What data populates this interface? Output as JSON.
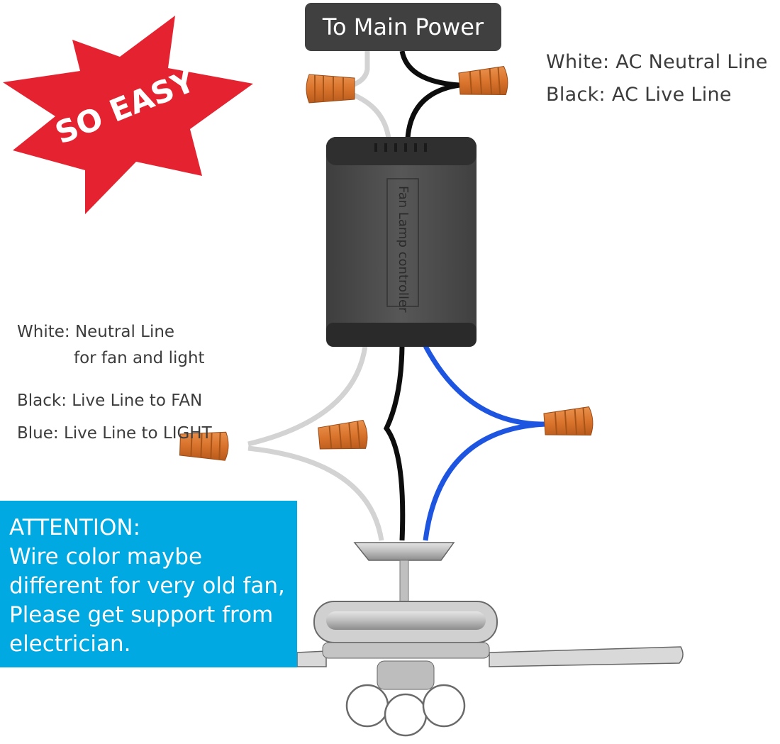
{
  "badge": {
    "text": "SO EASY"
  },
  "power": {
    "label": "To Main Power"
  },
  "legend_top": {
    "white": "White: AC Neutral Line",
    "black": "Black: AC Live Line"
  },
  "controller": {
    "text": "Fan Lamp controller"
  },
  "legend_left": {
    "white_line1": "White: Neutral Line",
    "white_line2": "for fan and light",
    "black": "Black: Live Line to FAN",
    "blue": "Blue: Live Line to LIGHT"
  },
  "attention": {
    "line1": "ATTENTION:",
    "line2": "Wire color maybe",
    "line3": "different for very old fan,",
    "line4": "Please get support from",
    "line5": "electrician."
  },
  "colors": {
    "badge_red": "#e52330",
    "connector_orange": "#d9732c",
    "wire_blue": "#1e55e0",
    "wire_black": "#0d0d0d",
    "wire_white": "#d3d3d3",
    "attention_bg": "#00a9e1",
    "controller_body": "#4a4a4a",
    "power_label_bg": "#404040"
  }
}
